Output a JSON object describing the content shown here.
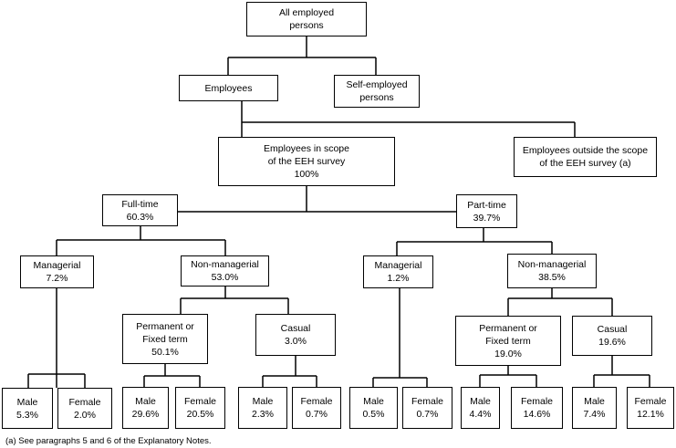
{
  "nodes": {
    "all": {
      "lines": [
        "All employed",
        "persons"
      ]
    },
    "emp": {
      "lines": [
        "Employees"
      ]
    },
    "self": {
      "lines": [
        "Self-employed",
        "persons"
      ]
    },
    "inscope": {
      "lines": [
        "Employees in scope",
        "of the EEH survey",
        "100%"
      ]
    },
    "outscope": {
      "lines": [
        "Employees outside the scope",
        "of the EEH survey (a)"
      ]
    },
    "ft": {
      "lines": [
        "Full-time",
        "60.3%"
      ]
    },
    "pt": {
      "lines": [
        "Part-time",
        "39.7%"
      ]
    },
    "ft_mgr": {
      "lines": [
        "Managerial",
        "7.2%"
      ]
    },
    "ft_nonmgr": {
      "lines": [
        "Non-managerial",
        "53.0%"
      ]
    },
    "pt_mgr": {
      "lines": [
        "Managerial",
        "1.2%"
      ]
    },
    "pt_nonmgr": {
      "lines": [
        "Non-managerial",
        "38.5%"
      ]
    },
    "ft_perm": {
      "lines": [
        "Permanent or",
        "Fixed term",
        "50.1%"
      ]
    },
    "ft_cas": {
      "lines": [
        "Casual",
        "3.0%"
      ]
    },
    "pt_perm": {
      "lines": [
        "Permanent or",
        "Fixed term",
        "19.0%"
      ]
    },
    "pt_cas": {
      "lines": [
        "Casual",
        "19.6%"
      ]
    },
    "l1m": {
      "lines": [
        "Male",
        "5.3%"
      ]
    },
    "l1f": {
      "lines": [
        "Female",
        "2.0%"
      ]
    },
    "l2m": {
      "lines": [
        "Male",
        "29.6%"
      ]
    },
    "l2f": {
      "lines": [
        "Female",
        "20.5%"
      ]
    },
    "l3m": {
      "lines": [
        "Male",
        "2.3%"
      ]
    },
    "l3f": {
      "lines": [
        "Female",
        "0.7%"
      ]
    },
    "l4m": {
      "lines": [
        "Male",
        "0.5%"
      ]
    },
    "l4f": {
      "lines": [
        "Female",
        "0.7%"
      ]
    },
    "l5m": {
      "lines": [
        "Male",
        "4.4%"
      ]
    },
    "l5f": {
      "lines": [
        "Female",
        "14.6%"
      ]
    },
    "l6m": {
      "lines": [
        "Male",
        "7.4%"
      ]
    },
    "l6f": {
      "lines": [
        "Female",
        "12.1%"
      ]
    }
  },
  "footnote": "(a) See paragraphs 5 and 6 of the Explanatory Notes."
}
